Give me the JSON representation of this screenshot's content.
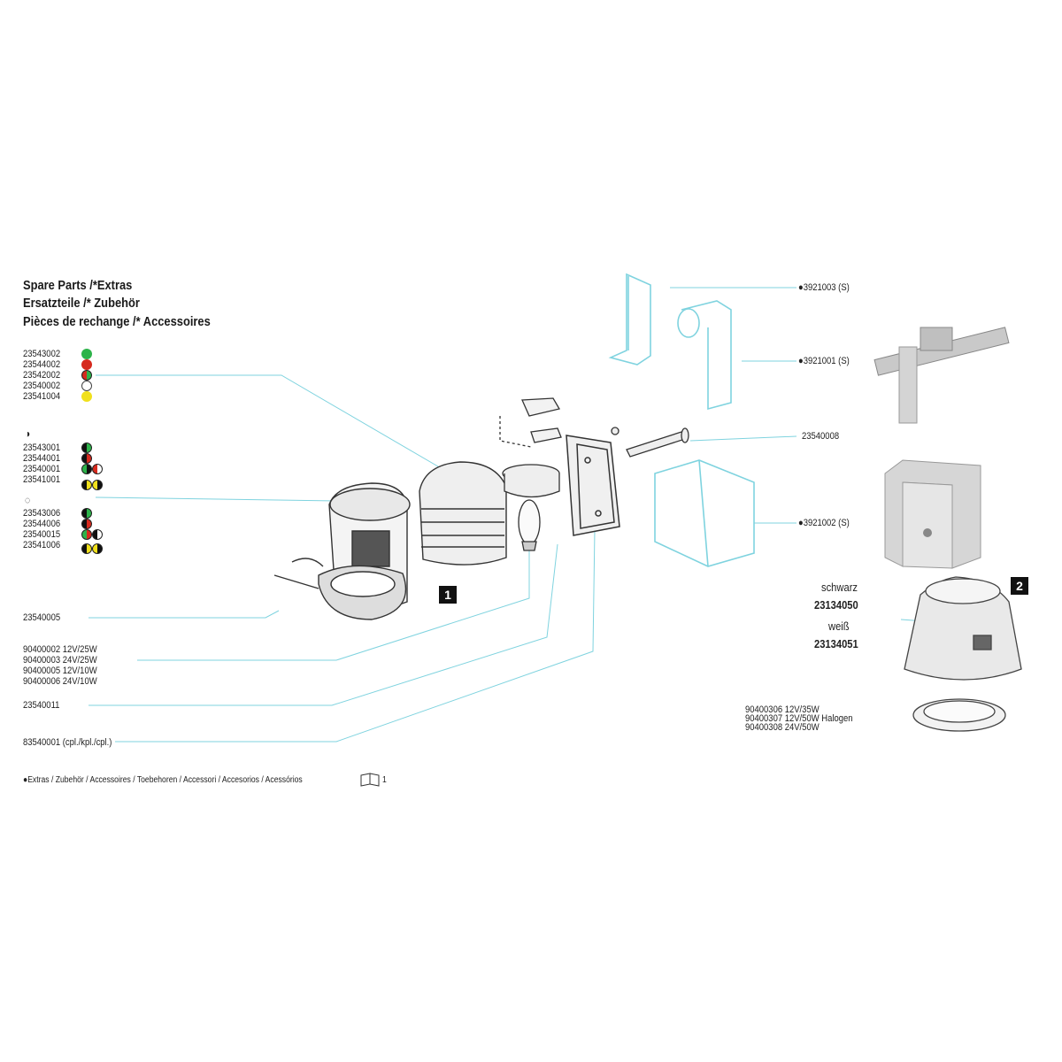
{
  "headings": [
    "Spare Parts /*Extras",
    "Ersatzteile /* Zubehör",
    "Pièces de rechange /* Accessoires"
  ],
  "left_parts": {
    "group1": [
      "23543002",
      "23544002",
      "23542002",
      "23540002",
      "23541004"
    ],
    "group2": [
      "23543001",
      "23544001",
      "23540001",
      "23541001"
    ],
    "group3": [
      "23543006",
      "23544006",
      "23540015",
      "23541006"
    ],
    "screw": "23540005",
    "bulbs": [
      "90400002 12V/25W",
      "90400003 24V/25W",
      "90400005 12V/10W",
      "90400006 24V/10W"
    ],
    "lens": "23540011",
    "housing": "83540001 (cpl./kpl./cpl.)"
  },
  "right_parts": {
    "bracket_a": "●3921003 (S)",
    "bracket_b": "●3921001 (S)",
    "bolt": "23540008",
    "bracket_c": "●3921002 (S)"
  },
  "cover": {
    "black_label": "schwarz",
    "black_number": "23134050",
    "white_label": "weiß",
    "white_number": "23134051"
  },
  "halogen_bulbs": [
    "90400306 12V/35W",
    "90400307 12V/50W Halogen",
    "90400308 24V/50W"
  ],
  "badges": {
    "one": "1",
    "two": "2"
  },
  "footer": "●Extras / Zubehör / Accessoires / Toebehoren / Accessori / Accesorios / Acessórios",
  "footer_ref": "1",
  "colors": {
    "green": "#2db34a",
    "red": "#d62a1e",
    "yellow": "#f0e01c",
    "white": "#ffffff",
    "cyan": "#7fd3df",
    "black": "#111111"
  }
}
